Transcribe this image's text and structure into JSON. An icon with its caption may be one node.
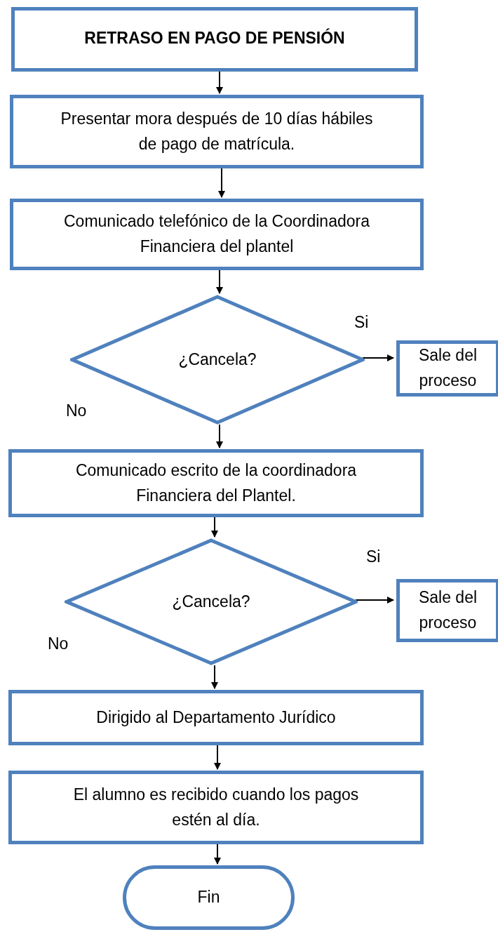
{
  "diagram": {
    "nodes": [
      {
        "text": [
          "RETRASO EN PAGO DE PENSIÓN"
        ]
      },
      {
        "text": [
          "Presentar mora después de 10 días hábiles de pago de matrícula."
        ]
      },
      {
        "text": [
          "Comunicado telefónico de la Coordinadora Financiera del plantel"
        ]
      },
      {
        "text": [
          "¿Cancela?"
        ]
      },
      {
        "text": [
          "Sale del proceso"
        ]
      },
      {
        "text": [
          "Comunicado escrito de la coordinadora Financiera del Plantel."
        ]
      },
      {
        "text": [
          "¿Cancela?"
        ]
      },
      {
        "text": [
          "Sale del proceso"
        ]
      },
      {
        "text": [
          "Dirigido al Departamento Jurídico"
        ]
      },
      {
        "text": [
          "El alumno es recibido cuando los pagos estén al día."
        ]
      },
      {
        "text": [
          "Fin"
        ]
      }
    ],
    "edges": [
      {
        "from": 0,
        "to": 1,
        "arrow": "to"
      },
      {
        "from": 1,
        "to": 2,
        "arrow": "to"
      },
      {
        "from": 2,
        "to": 3,
        "arrow": "to"
      },
      {
        "from": 3,
        "to": 4,
        "arrow": "to",
        "label": "Si"
      },
      {
        "from": 3,
        "to": 5,
        "arrow": "to"
      },
      {
        "from": 5,
        "to": 6,
        "arrow": "to"
      },
      {
        "from": 6,
        "to": 7,
        "arrow": "to",
        "label": "Si"
      },
      {
        "from": 6,
        "to": 8,
        "arrow": "to"
      },
      {
        "from": 8,
        "to": 9,
        "arrow": "to"
      },
      {
        "from": 9,
        "to": 10,
        "arrow": "to"
      }
    ],
    "labels": [
      "No",
      "No"
    ]
  }
}
